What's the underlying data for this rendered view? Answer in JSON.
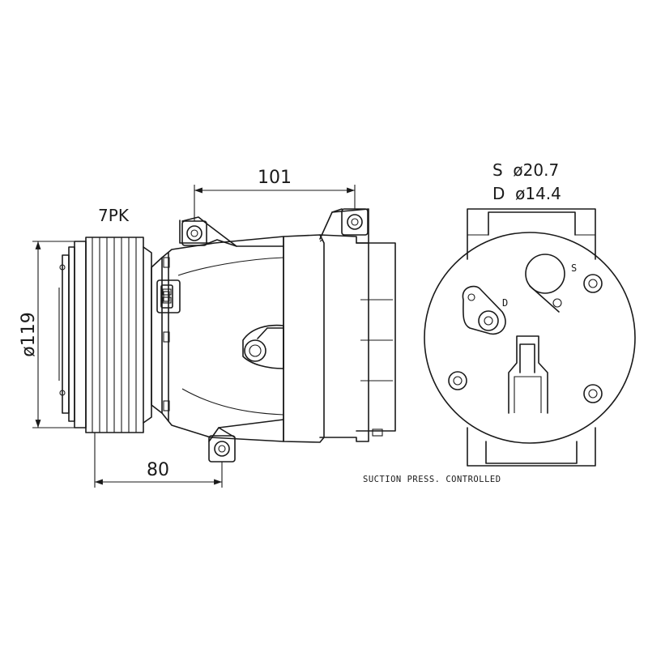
{
  "dimensions": {
    "width_top": "101",
    "diameter_pulley": "ø119",
    "width_bottom": "80",
    "belt": "7PK"
  },
  "ports": {
    "suction": "S  ø20.7",
    "discharge": "D  ø14.4",
    "s_mark": "S",
    "d_mark": "D"
  },
  "note": "SUCTION PRESS. CONTROLLED"
}
